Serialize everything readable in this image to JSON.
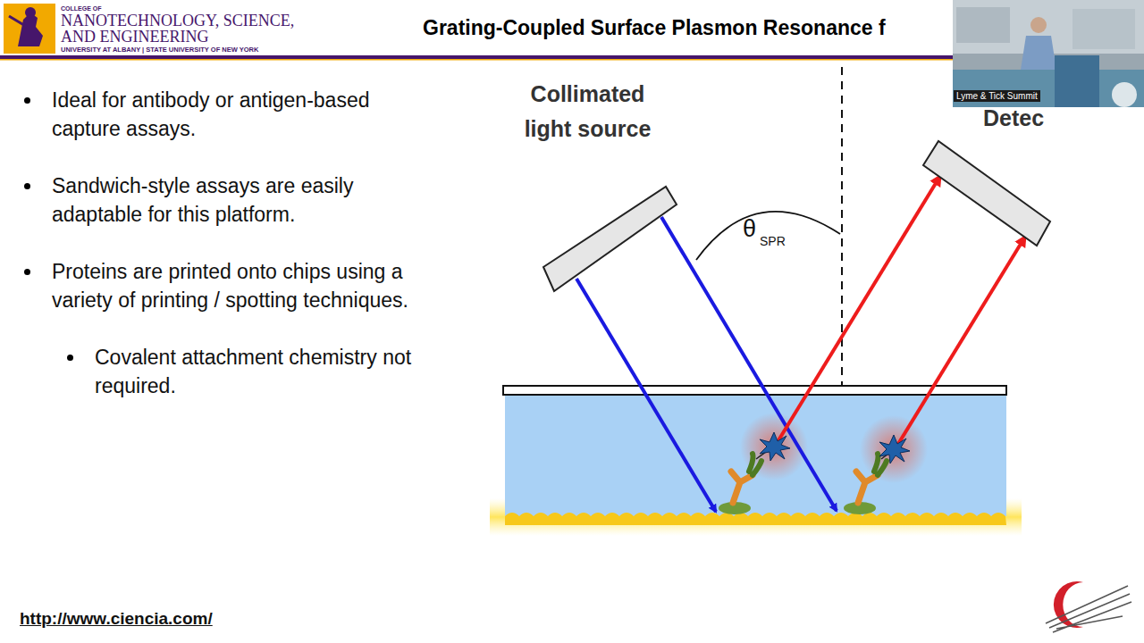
{
  "diagram": {
    "title": "Grating-Coupled Surface Plasmon Resonance f",
    "nodes": [
      {
        "text": [
          "Collimated light source"
        ]
      },
      {
        "text": [
          "Detec"
        ]
      }
    ],
    "labels": [
      "COLLEGE OF",
      "NANOTECHNOLOGY, SCIENCE, AND ENGINEERING",
      "UNIVERSITY AT ALBANY | STATE UNIVERSITY OF NEW YORK",
      "Ideal for antibody or antigen-based capture assays.",
      "Sandwich-style assays are easily adaptable for this platform.",
      "Proteins are printed onto chips using a variety of printing / spotting techniques.",
      "Covalent attachment chemistry not required.",
      "θ",
      "SPR",
      "http://www.ciencia.com/",
      "Lyme & Tick Summit"
    ]
  }
}
